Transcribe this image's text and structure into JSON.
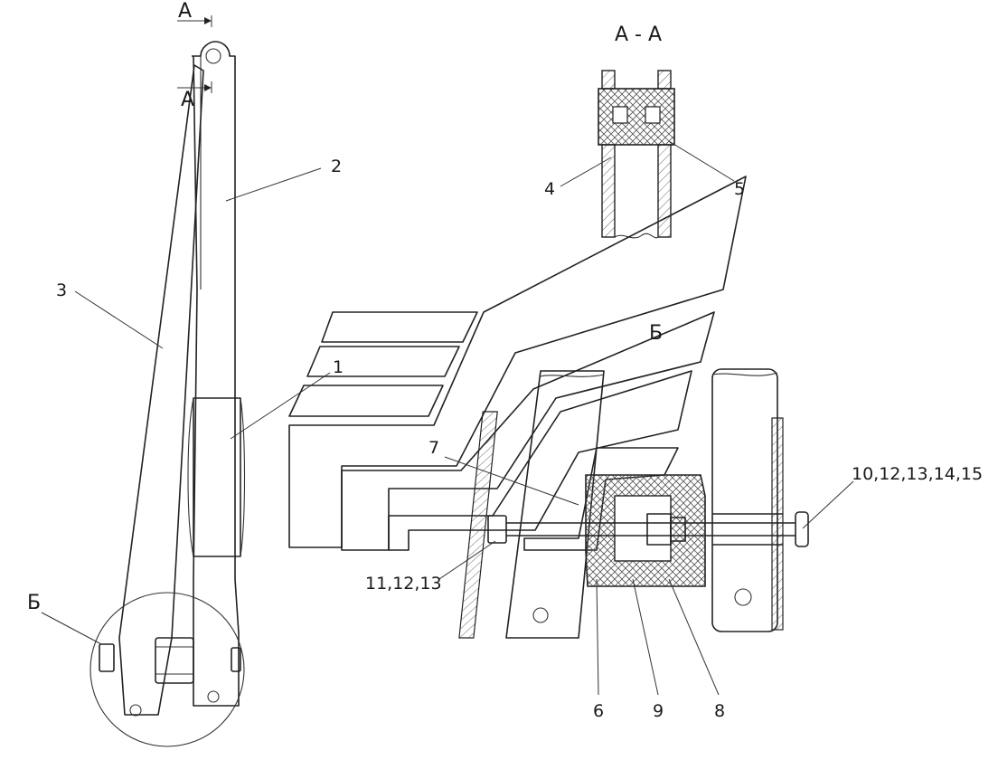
{
  "section": {
    "cut_top": "А",
    "cut_bottom": "А",
    "title": "А - А"
  },
  "detail": {
    "callout": "Б",
    "view": "Б"
  },
  "labels": {
    "p1": "1",
    "p2": "2",
    "p3": "3",
    "p4": "4",
    "p5": "5",
    "p6": "6",
    "p7": "7",
    "p8": "8",
    "p9": "9",
    "p10": "10,12,13,14,15",
    "p11": "11,12,13"
  }
}
